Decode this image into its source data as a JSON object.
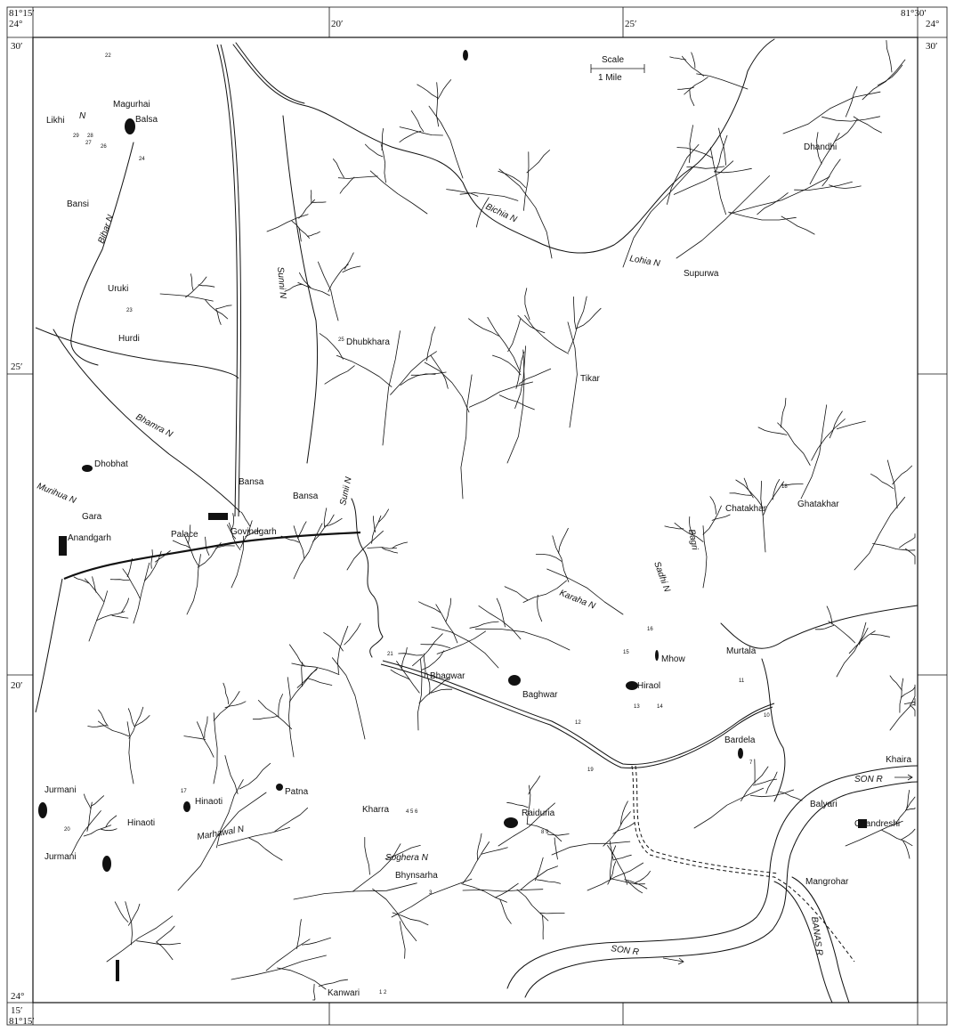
{
  "frame": {
    "corners": {
      "top_left_long": "81°15′",
      "top_left_lat": "24°",
      "top_left_min": "30′",
      "top_right_long": "81°30′",
      "top_right_lat": "24°",
      "top_right_min": "30′",
      "bottom_left_lat": "24°",
      "bottom_left_min": "15′",
      "bottom_left_long": "81°15′"
    },
    "top_ticks": [
      "20′",
      "25′"
    ],
    "left_ticks": [
      "25′",
      "20′"
    ]
  },
  "scale": {
    "title": "Scale",
    "unit": "1 Mile"
  },
  "places": [
    {
      "id": "magurhai",
      "name": "Magurhai"
    },
    {
      "id": "balsa",
      "name": "Balsa"
    },
    {
      "id": "likhi",
      "name": "Likhi"
    },
    {
      "id": "bansi",
      "name": "Bansi"
    },
    {
      "id": "uruki",
      "name": "Uruki"
    },
    {
      "id": "hurdi",
      "name": "Hurdi"
    },
    {
      "id": "dhubkhara",
      "name": "Dhubkhara"
    },
    {
      "id": "dhandhi",
      "name": "Dhandhi"
    },
    {
      "id": "supurwa",
      "name": "Supurwa"
    },
    {
      "id": "tikar",
      "name": "Tikar"
    },
    {
      "id": "dhobhat",
      "name": "Dhobhat"
    },
    {
      "id": "gara",
      "name": "Gara"
    },
    {
      "id": "anandgarh",
      "name": "Anandgarh"
    },
    {
      "id": "palace",
      "name": "Palace"
    },
    {
      "id": "govindgarh",
      "name": "Govindgarh"
    },
    {
      "id": "bansa1",
      "name": "Bansa"
    },
    {
      "id": "bansa2",
      "name": "Bansa"
    },
    {
      "id": "chatakhar",
      "name": "Chatakhar"
    },
    {
      "id": "ghatakhar",
      "name": "Ghatakhar"
    },
    {
      "id": "mhow",
      "name": "Mhow"
    },
    {
      "id": "murtala",
      "name": "Murtala"
    },
    {
      "id": "hiraol",
      "name": "Hiraol"
    },
    {
      "id": "bhagwar",
      "name": "Bhagwar"
    },
    {
      "id": "baghwar",
      "name": "Baghwar"
    },
    {
      "id": "bardela",
      "name": "Bardela"
    },
    {
      "id": "khaira",
      "name": "Khaira"
    },
    {
      "id": "balyari",
      "name": "Balyari"
    },
    {
      "id": "chandreshi",
      "name": "Chandreshi"
    },
    {
      "id": "mangrohar",
      "name": "Mangrohar"
    },
    {
      "id": "jurmani1",
      "name": "Jurmani"
    },
    {
      "id": "jurmani2",
      "name": "Jurmani"
    },
    {
      "id": "hinaoti1",
      "name": "Hinaoti"
    },
    {
      "id": "hinaoti2",
      "name": "Hinaoti"
    },
    {
      "id": "patna",
      "name": "Patna"
    },
    {
      "id": "kharra",
      "name": "Kharra"
    },
    {
      "id": "raiduria",
      "name": "Raiduria"
    },
    {
      "id": "bhynsarha",
      "name": "Bhynsarha"
    },
    {
      "id": "kanwari",
      "name": "Kanwari"
    }
  ],
  "rivers": [
    {
      "id": "likhi_n",
      "name": "N"
    },
    {
      "id": "bihar_n",
      "name": "Bihar N"
    },
    {
      "id": "sunni_n",
      "name": "Sunni N"
    },
    {
      "id": "bichia_n",
      "name": "Bichia N"
    },
    {
      "id": "lohia_n",
      "name": "Lohia N"
    },
    {
      "id": "bhamra_n",
      "name": "Bhamra N"
    },
    {
      "id": "murihua_n",
      "name": "Murihua N"
    },
    {
      "id": "sunii_n",
      "name": "Sunii N"
    },
    {
      "id": "bagri_n",
      "name": "Bagri"
    },
    {
      "id": "sadhi_n",
      "name": "Sadhi N"
    },
    {
      "id": "karaha_n",
      "name": "Karaha N"
    },
    {
      "id": "marhawal_n",
      "name": "Marhawal N"
    },
    {
      "id": "soghera_n",
      "name": "Soghera N"
    },
    {
      "id": "son_r1",
      "name": "SON R"
    },
    {
      "id": "son_r2",
      "name": "SON R"
    },
    {
      "id": "banas_r",
      "name": "BANAS R"
    }
  ],
  "site_numbers": [
    {
      "id": "s22",
      "label": "22"
    },
    {
      "id": "s29",
      "label": "29"
    },
    {
      "id": "s28",
      "label": "28"
    },
    {
      "id": "s27",
      "label": "27"
    },
    {
      "id": "s26",
      "label": "26"
    },
    {
      "id": "s24",
      "label": "24"
    },
    {
      "id": "s23",
      "label": "23"
    },
    {
      "id": "s25",
      "label": "25"
    },
    {
      "id": "s18",
      "label": "18"
    },
    {
      "id": "s16",
      "label": "16"
    },
    {
      "id": "s15",
      "label": "15"
    },
    {
      "id": "s14",
      "label": "14"
    },
    {
      "id": "s13",
      "label": "13"
    },
    {
      "id": "s12",
      "label": "12"
    },
    {
      "id": "s11",
      "label": "11"
    },
    {
      "id": "s10",
      "label": "10"
    },
    {
      "id": "s21",
      "label": "21"
    },
    {
      "id": "s19",
      "label": "19"
    },
    {
      "id": "s17",
      "label": "17"
    },
    {
      "id": "s20",
      "label": "20"
    },
    {
      "id": "s7",
      "label": "7"
    },
    {
      "id": "s456",
      "label": "4 5 6"
    },
    {
      "id": "s89",
      "label": "8 9"
    },
    {
      "id": "s3",
      "label": "3"
    },
    {
      "id": "s12b",
      "label": "1 2"
    }
  ]
}
